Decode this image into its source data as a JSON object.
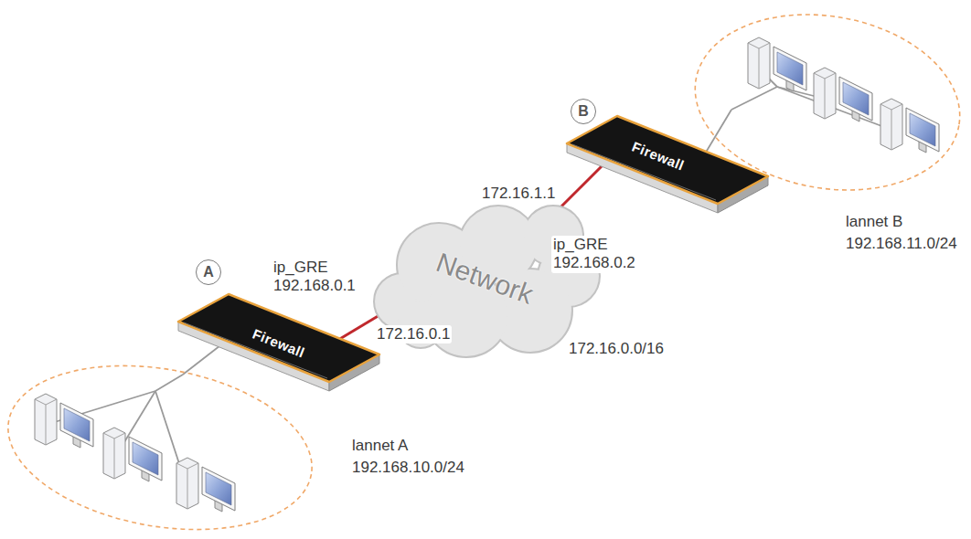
{
  "diagram": {
    "nodes": [
      {
        "text": [
          "B"
        ]
      },
      {
        "text": [
          "Firewall"
        ]
      },
      {
        "text": [
          "lannet B",
          "192.168.11.0/24"
        ]
      },
      {
        "text": [
          "Network"
        ]
      },
      {
        "text": [
          "A"
        ]
      },
      {
        "text": [
          "Firewall"
        ]
      },
      {
        "text": [
          "lannet A",
          "192.168.10.0/24"
        ]
      }
    ],
    "edges": [
      {
        "from": 5,
        "to": 3,
        "arrow": "none"
      },
      {
        "from": 1,
        "to": 3,
        "arrow": "none"
      },
      {
        "from": 5,
        "to": 6,
        "arrow": "none"
      },
      {
        "from": 1,
        "to": 2,
        "arrow": "none"
      }
    ],
    "labels": [
      "172.16.1.1",
      "ip_GRE 192.168.0.2",
      "ip_GRE 192.168.0.1",
      "172.16.0.1",
      "172.16.0.0/16"
    ]
  }
}
